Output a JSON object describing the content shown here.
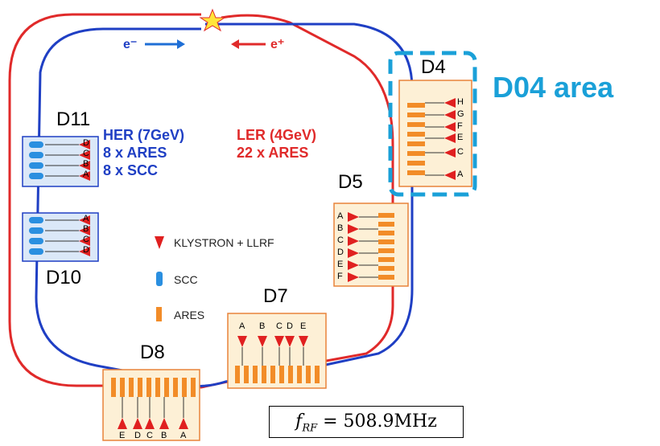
{
  "areas": {
    "d4": "D4",
    "d5": "D5",
    "d7": "D7",
    "d8": "D8",
    "d10": "D10",
    "d11": "D11"
  },
  "highlight": {
    "label": "D04 area",
    "color": "#1aa0d8"
  },
  "her": {
    "line1": "HER (7GeV)",
    "line2": "8 x ARES",
    "line3": "8 x SCC",
    "color": "#1f3fc4"
  },
  "ler": {
    "line1": "LER (4GeV)",
    "line2": "22 x ARES",
    "color": "#e02a2a"
  },
  "beams": {
    "electron": "e⁻",
    "positron": "e⁺"
  },
  "legend": {
    "klystron": "KLYSTRON + LLRF",
    "scc": "SCC",
    "ares": "ARES"
  },
  "klystrons": {
    "d4": [
      "H",
      "G",
      "F",
      "E",
      "C",
      "A"
    ],
    "d5": [
      "A",
      "B",
      "C",
      "D",
      "E",
      "F"
    ],
    "d7": [
      "A",
      "B",
      "C",
      "D",
      "E"
    ],
    "d8": [
      "E",
      "D",
      "C",
      "B",
      "A"
    ],
    "d10": [
      "A",
      "B",
      "C",
      "D"
    ],
    "d11": [
      "D",
      "C",
      "B",
      "A"
    ]
  },
  "frequency": {
    "symbol": "f",
    "subscript": "RF",
    "value": "= 508.9MHz"
  },
  "colors": {
    "box_fill": "#fdf0d6",
    "box_stroke": "#e8833a",
    "ares": "#f28c28",
    "scc": "#2a8fe0",
    "klystron": "#e02020"
  }
}
